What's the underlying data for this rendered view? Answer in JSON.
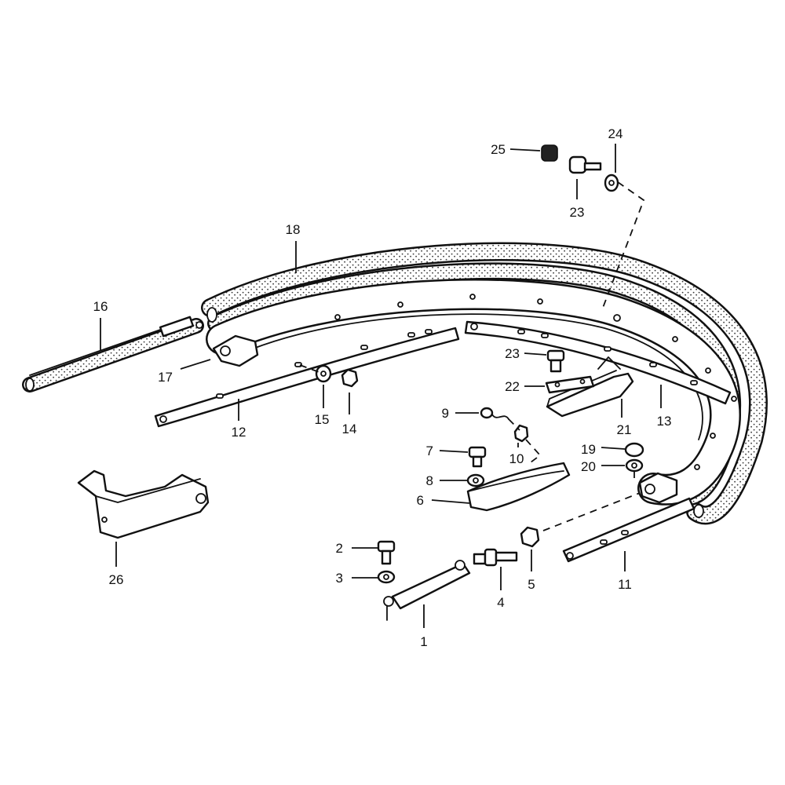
{
  "diagram": {
    "part_numbers": {
      "p1": "1",
      "p2": "2",
      "p3": "3",
      "p4": "4",
      "p5": "5",
      "p6": "6",
      "p7": "7",
      "p8": "8",
      "p9": "9",
      "p10": "10",
      "p11": "11",
      "p12": "12",
      "p13": "13",
      "p14": "14",
      "p15": "15",
      "p16": "16",
      "p17": "17",
      "p18": "18",
      "p19": "19",
      "p20": "20",
      "p21": "21",
      "p22": "22",
      "p23a": "23",
      "p23b": "23",
      "p24": "24",
      "p25": "25",
      "p26": "26"
    },
    "colors": {
      "ink": "#111111",
      "paper": "#ffffff",
      "speckle": "#333333"
    }
  }
}
